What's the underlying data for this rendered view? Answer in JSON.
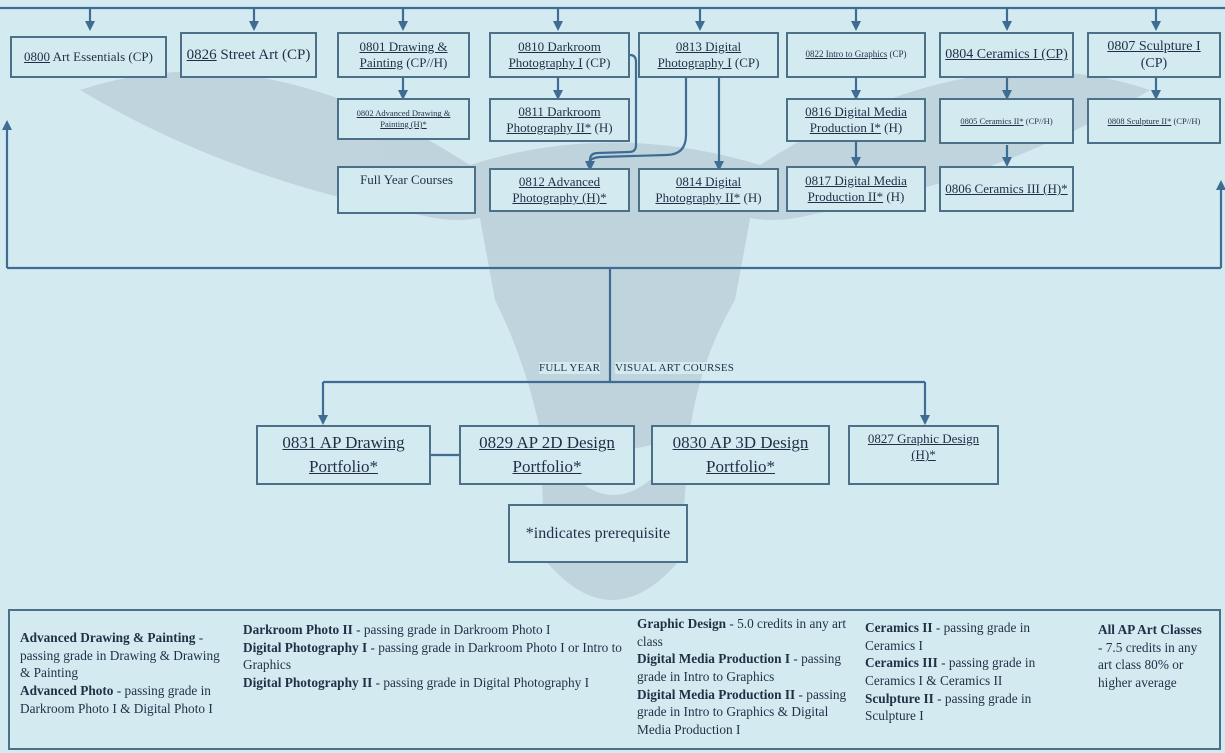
{
  "row1": [
    {
      "num": "0800",
      "title": " Art Essentials (CP)"
    },
    {
      "num": "0826",
      "title": " Street Art (CP)"
    },
    {
      "line1": "0801 Drawing &",
      "line2a": "Painting",
      "line2b": " (CP//H)"
    },
    {
      "line1": "0810 Darkroom",
      "line2a": "Photography I",
      "line2b": " (CP)"
    },
    {
      "line1": "0813 Digital",
      "line2a": "Photography I",
      "line2b": " (CP)"
    },
    {
      "title": "0822 Intro to Graphics",
      "suffix": " (CP)"
    },
    {
      "title": "0804 Ceramics I (CP)"
    },
    {
      "title": "0807 Sculpture I",
      "suffix": " (CP)"
    }
  ],
  "row2": [
    {
      "line1": "0802 Advanced Drawing &",
      "line2": "Painting (H)*"
    },
    {
      "line1": "0811 Darkroom",
      "line2a": "Photography II*",
      "line2b": "  (H)"
    },
    {
      "line1": "0816 Digital Media",
      "line2a": "Production I*",
      "line2b": " (H)"
    },
    {
      "title": "0805 Ceramics II*",
      "suffix": " (CP//H)"
    },
    {
      "title": "0808 Sculpture II*",
      "suffix": " (CP//H)"
    }
  ],
  "row3": [
    {
      "title": "Full Year Courses"
    },
    {
      "line1": "0812 Advanced",
      "line2": "Photography (H)*"
    },
    {
      "line1": "0814 Digital",
      "line2a": "Photography II*",
      "line2b": " (H)"
    },
    {
      "line1": "0817 Digital Media",
      "line2a": "Production II*",
      "line2b": " (H)"
    },
    {
      "title": "0806 Ceramics III (H)*"
    }
  ],
  "center_label": {
    "left": "FULL YEAR",
    "right": "VISUAL ART COURSES"
  },
  "ap": [
    {
      "line1": "0831 AP Drawing",
      "line2": "Portfolio*"
    },
    {
      "line1": "0829 AP 2D Design",
      "line2": "Portfolio*"
    },
    {
      "line1": "0830 AP 3D Design",
      "line2": "Portfolio*"
    },
    {
      "line1": "0827 Graphic Design",
      "line2": "(H)*"
    }
  ],
  "note": "*indicates prerequisite",
  "legend": {
    "c1": [
      {
        "b": "Advanced Drawing & Painting",
        "t": " - passing grade in Drawing & Drawing & Painting"
      },
      {
        "b": "Advanced Photo",
        "t": " - passing grade in Darkroom Photo I & Digital Photo I"
      }
    ],
    "c2": [
      {
        "b": "Darkroom Photo II",
        "t": " - passing grade in Darkroom Photo I"
      },
      {
        "b": "Digital Photography I",
        "t": " - passing grade in Darkroom Photo I or Intro to Graphics"
      },
      {
        "b": "Digital Photography II",
        "t": " - passing grade in Digital Photography I"
      }
    ],
    "c3": [
      {
        "b": "Graphic Design",
        "t": " - 5.0 credits in any art class"
      },
      {
        "b": "Digital Media Production I",
        "t": " - passing grade in Intro to Graphics"
      },
      {
        "b": "Digital Media Production II",
        "t": " - passing grade in Intro to Graphics & Digital Media Production I"
      }
    ],
    "c4": [
      {
        "b": "Ceramics II",
        "t": " - passing grade in Ceramics I"
      },
      {
        "b": "Ceramics III",
        "t": " - passing grade in Ceramics I & Ceramics II"
      },
      {
        "b": "Sculpture II",
        "t": " - passing grade in Sculpture I"
      }
    ],
    "c5": [
      {
        "b": "All AP Art Classes",
        "t": " - 7.5 credits in any art class 80% or higher average"
      }
    ]
  },
  "colors": {
    "background": "#d4eaf1",
    "line": "#3f6c92",
    "border": "#4d7089",
    "watermark": "#b9ccd6",
    "text": "#1f2f45"
  },
  "watermark_icon": "longhorn-skull-icon"
}
